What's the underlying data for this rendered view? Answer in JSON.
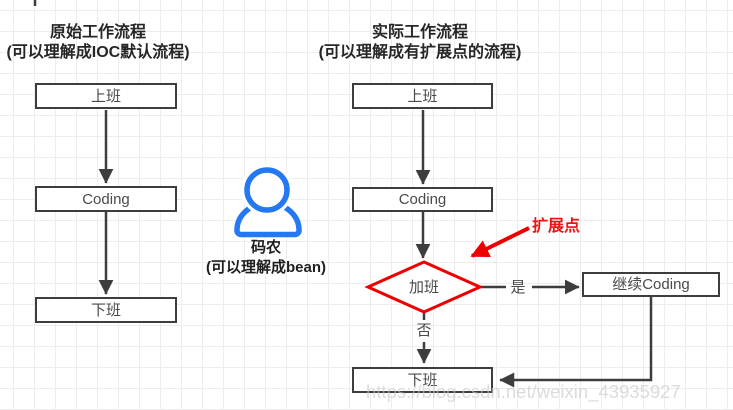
{
  "left_flow": {
    "title": [
      "原始工作流程",
      "(可以理解成IOC默认流程)"
    ],
    "nodes": [
      "上班",
      "Coding",
      "下班"
    ]
  },
  "right_flow": {
    "title": [
      "实际工作流程",
      "(可以理解成有扩展点的流程)"
    ],
    "nodes": {
      "start": "上班",
      "coding": "Coding",
      "decision": "加班",
      "continue_coding": "继续Coding",
      "end": "下班"
    },
    "edge_labels": {
      "yes": "是",
      "no": "否"
    }
  },
  "person": {
    "name": "码农",
    "note": "(可以理解成bean)"
  },
  "annotations": {
    "extension_point": "扩展点"
  },
  "watermark": "https://blog.csdn.net/weixin_43935927",
  "colors": {
    "line": "#3d3d3d",
    "accent_red": "#ee0000",
    "accent_blue": "#2478f2",
    "grid": "#ededed"
  }
}
